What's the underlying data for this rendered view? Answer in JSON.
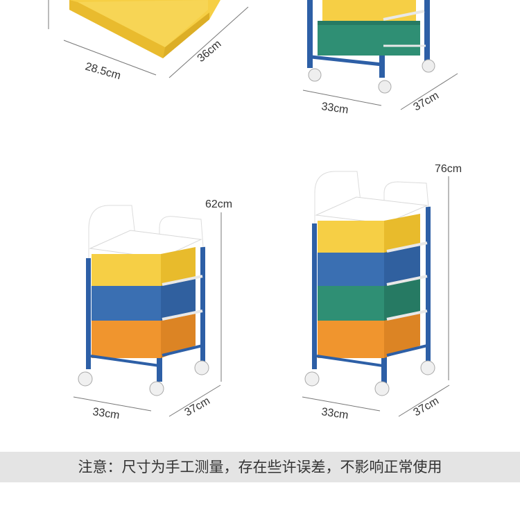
{
  "drawer_dims": {
    "width": "28.5cm",
    "depth": "36cm"
  },
  "cart_top_right": {
    "width": "33cm",
    "depth": "37cm"
  },
  "cart_three_drawer": {
    "height": "62cm",
    "width": "33cm",
    "depth": "37cm"
  },
  "cart_four_drawer": {
    "height": "76cm",
    "width": "33cm",
    "depth": "37cm"
  },
  "notice": "注意：尺寸为手工测量，存在些许误差，不影响正常使用",
  "colors": {
    "yellow": "#f6cf45",
    "blue": "#3a6fb2",
    "green": "#2f8f74",
    "orange": "#f0952e",
    "frame": "#2d5fa6",
    "background": "#ffffff",
    "notice_bar": "#e4e4e4"
  }
}
